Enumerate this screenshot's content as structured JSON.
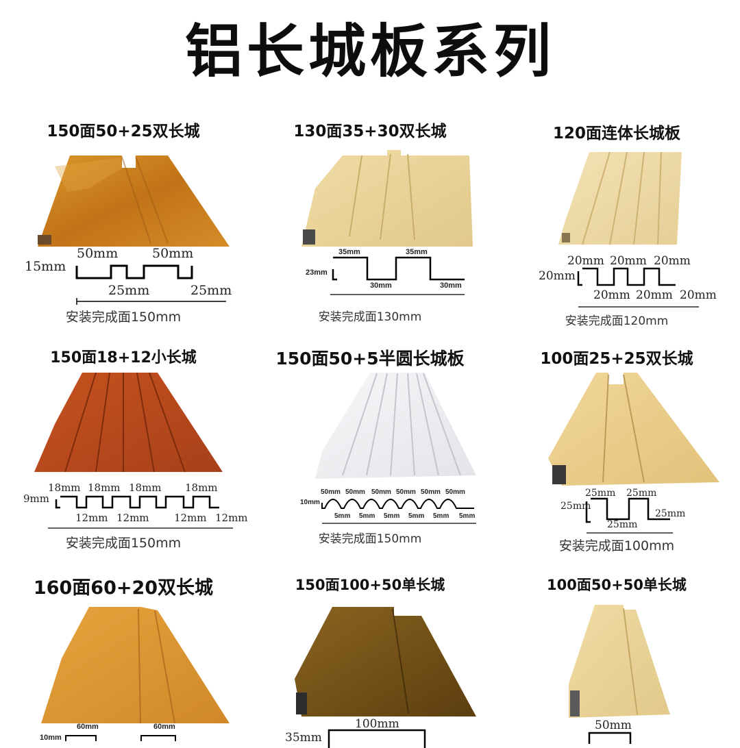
{
  "title": "铝长城板系列",
  "products": [
    {
      "name": "150面50+25双长城",
      "dims": {
        "top_a": "50mm",
        "top_b": "50mm",
        "side": "15mm",
        "bottom_a": "25mm",
        "bottom_b": "25mm"
      },
      "install": "安装完成面150mm"
    },
    {
      "name": "130面35+30双长城",
      "dims": {
        "top_a": "35mm",
        "top_b": "35mm",
        "side": "23mm",
        "bottom_a": "30mm",
        "bottom_b": "30mm"
      },
      "install": "安装完成面130mm"
    },
    {
      "name": "120面连体长城板",
      "dims": {
        "top_a": "20mm",
        "top_b": "20mm",
        "top_c": "20mm",
        "side": "20mm",
        "bottom_a": "20mm",
        "bottom_b": "20mm",
        "bottom_c": "20mm"
      },
      "install": "安装完成面120mm"
    },
    {
      "name": "150面18+12小长城",
      "dims": {
        "top_a": "18mm",
        "top_b": "18mm",
        "top_c": "18mm",
        "top_d": "18mm",
        "side": "9mm",
        "bottom_a": "12mm",
        "bottom_b": "12mm",
        "bottom_c": "12mm",
        "bottom_d": "12mm"
      },
      "install": "安装完成面150mm"
    },
    {
      "name": "150面50+5半圆长城板",
      "dims": {
        "top_1": "50mm",
        "top_2": "50mm",
        "top_3": "50mm",
        "top_4": "50mm",
        "top_5": "50mm",
        "top_6": "50mm",
        "side": "10mm",
        "bottom_1": "5mm",
        "bottom_2": "5mm",
        "bottom_3": "5mm",
        "bottom_4": "5mm",
        "bottom_5": "5mm",
        "bottom_6": "5mm"
      },
      "install": "安装完成面150mm"
    },
    {
      "name": "100面25+25双长城",
      "dims": {
        "top_a": "25mm",
        "top_b": "25mm",
        "side": "25mm",
        "bottom_a": "25mm",
        "bottom_b": "25mm"
      },
      "install": "安装完成面100mm"
    },
    {
      "name": "160面60+20双长城",
      "dims": {
        "side": "10mm",
        "top_a": "60mm",
        "top_b": "60mm"
      }
    },
    {
      "name": "150面100+50单长城",
      "dims": {
        "side": "35mm",
        "top_a": "100mm"
      }
    },
    {
      "name": "100面50+50单长城",
      "dims": {
        "top_a": "50mm"
      }
    }
  ]
}
